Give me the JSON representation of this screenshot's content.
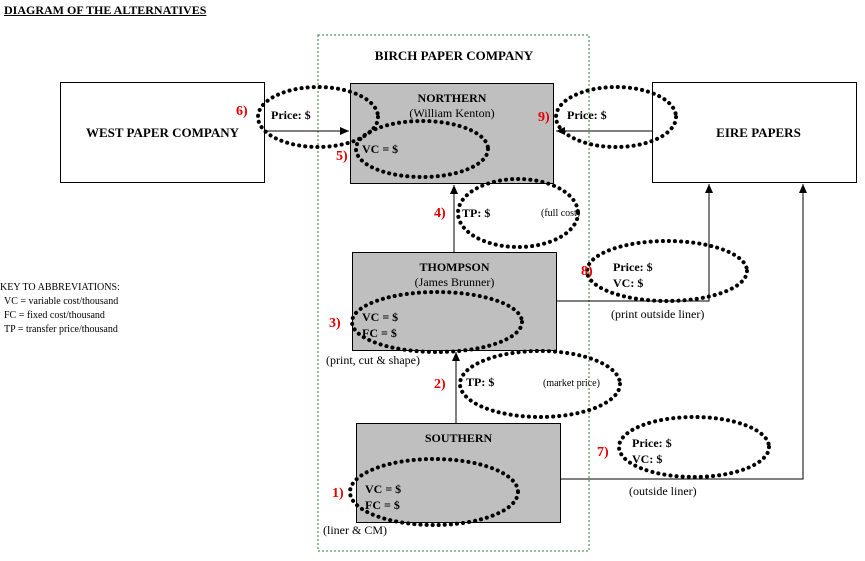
{
  "title": "DIAGRAM OF THE ALTERNATIVES",
  "birch": "BIRCH PAPER COMPANY",
  "west": "WEST PAPER COMPANY",
  "eire": "EIRE PAPERS",
  "northern": {
    "name": "NORTHERN",
    "manager": "(William Kenton)"
  },
  "thompson": {
    "name": "THOMPSON",
    "manager": "(James Brunner)",
    "note": "(print, cut & shape)"
  },
  "southern": {
    "name": "SOUTHERN",
    "note": "(liner & CM)"
  },
  "alternatives": {
    "a1": {
      "num": "1)",
      "vc": "VC = $",
      "fc": "FC = $"
    },
    "a2": {
      "num": "2)",
      "tp": "TP:  $",
      "note": "(market price)"
    },
    "a3": {
      "num": "3)",
      "vc": "VC = $",
      "fc": "FC = $"
    },
    "a4": {
      "num": "4)",
      "tp": "TP:  $",
      "note": "(full cost)"
    },
    "a5": {
      "num": "5)",
      "vc": "VC =  $"
    },
    "a6": {
      "num": "6)",
      "price": "Price: $"
    },
    "a7": {
      "num": "7)",
      "price": "Price: $",
      "vc": "VC: $",
      "note": "(outside liner)"
    },
    "a8": {
      "num": "8)",
      "price": "Price: $",
      "vc": "VC:  $",
      "note": "(print outside liner)"
    },
    "a9": {
      "num": "9)",
      "price": "Price: $"
    }
  },
  "key": {
    "heading": "KEY TO ABBREVIATIONS:",
    "vc": "VC = variable cost/thousand",
    "fc": "FC = fixed cost/thousand",
    "tp": "TP = transfer price/thousand"
  }
}
